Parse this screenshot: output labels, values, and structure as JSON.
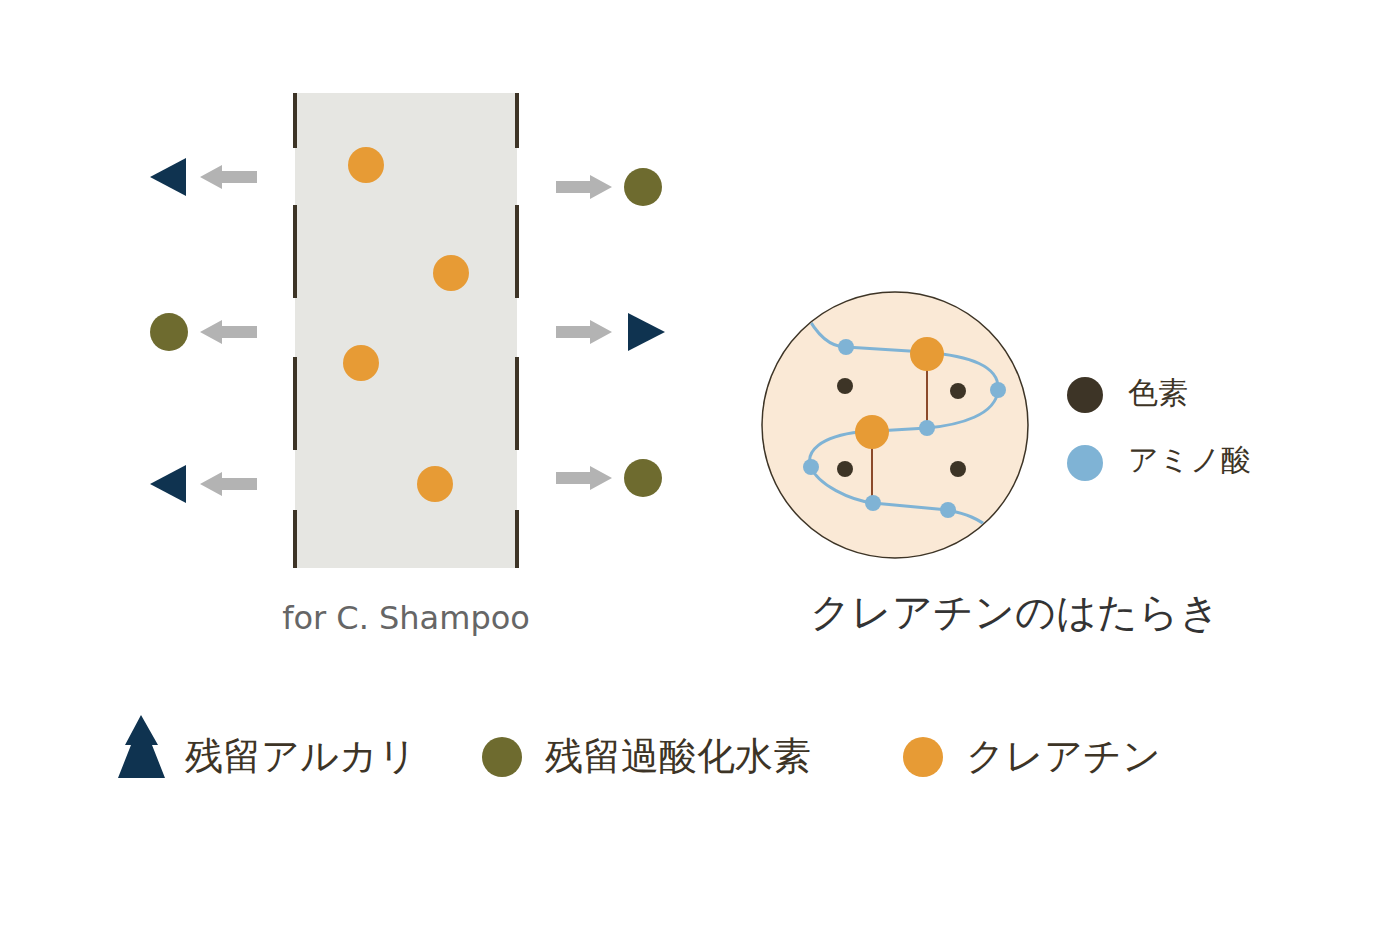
{
  "diagram": {
    "labels": [
      "for C. Shampoo",
      "クレアチンのはたらき"
    ],
    "legend": [
      {
        "text": "色素",
        "color": "#3d3426"
      },
      {
        "text": "アミノ酸",
        "color": "#7fb3d5"
      },
      {
        "text": "残留アルカリ"
      },
      {
        "text": "残留過酸化水素",
        "color": "#6e6b2f"
      },
      {
        "text": "クレアチン",
        "color": "#e79b35"
      }
    ]
  }
}
